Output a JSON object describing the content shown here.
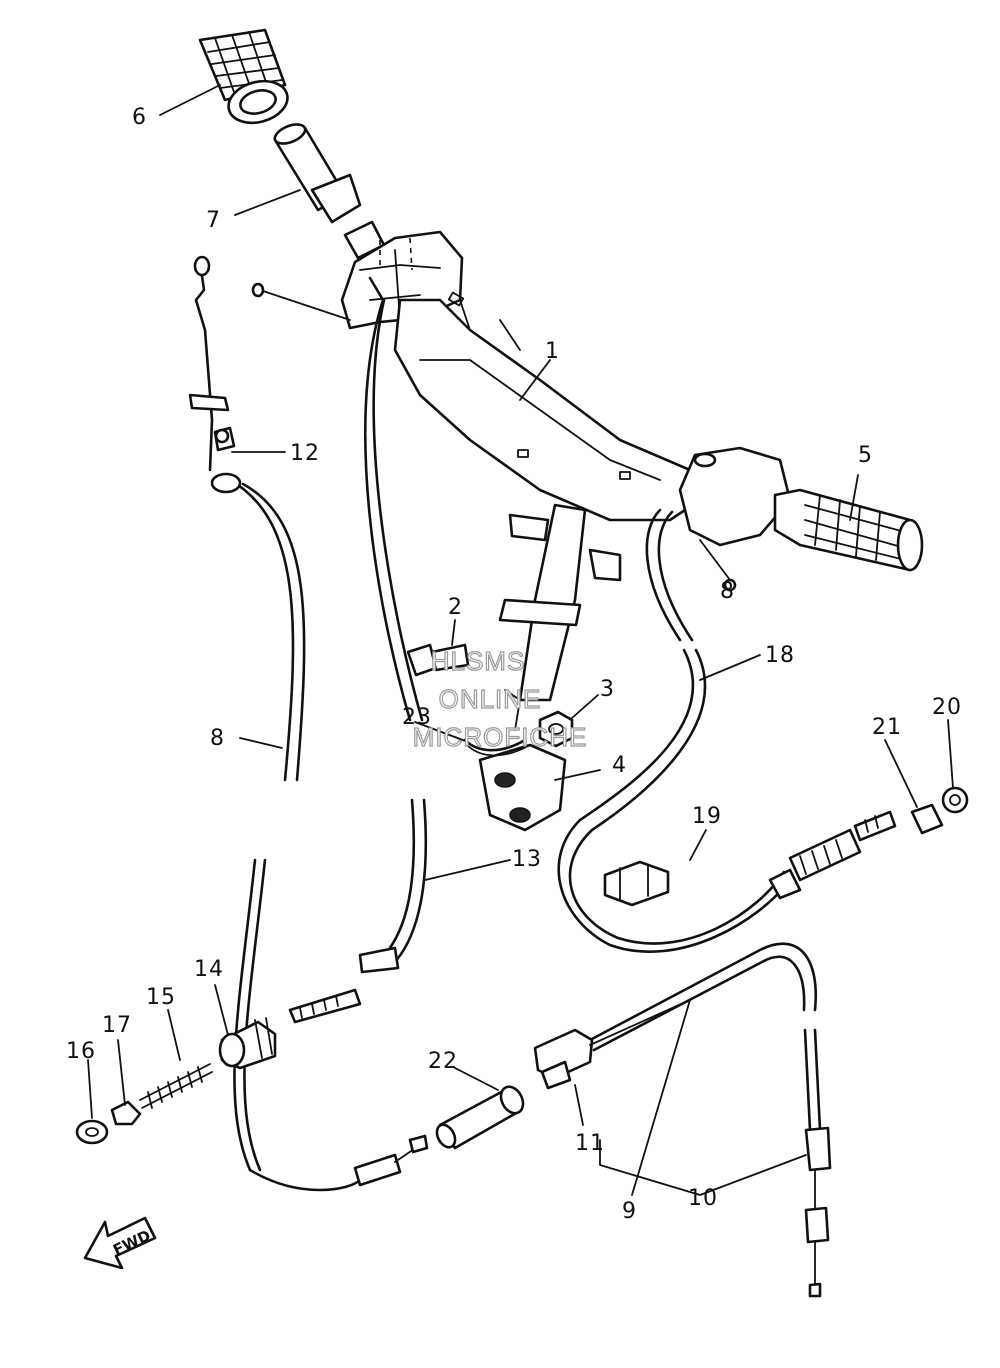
{
  "diagram": {
    "callouts": [
      {
        "id": "1",
        "text": "1"
      },
      {
        "id": "2",
        "text": "2"
      },
      {
        "id": "3",
        "text": "3"
      },
      {
        "id": "4",
        "text": "4"
      },
      {
        "id": "5",
        "text": "5"
      },
      {
        "id": "6",
        "text": "6"
      },
      {
        "id": "7",
        "text": "7"
      },
      {
        "id": "8a",
        "text": "8"
      },
      {
        "id": "8b",
        "text": "8"
      },
      {
        "id": "9",
        "text": "9"
      },
      {
        "id": "10",
        "text": "10"
      },
      {
        "id": "11",
        "text": "11"
      },
      {
        "id": "12",
        "text": "12"
      },
      {
        "id": "13",
        "text": "13"
      },
      {
        "id": "14",
        "text": "14"
      },
      {
        "id": "15",
        "text": "15"
      },
      {
        "id": "16",
        "text": "16"
      },
      {
        "id": "17",
        "text": "17"
      },
      {
        "id": "18",
        "text": "18"
      },
      {
        "id": "19",
        "text": "19"
      },
      {
        "id": "20",
        "text": "20"
      },
      {
        "id": "21",
        "text": "21"
      },
      {
        "id": "22",
        "text": "22"
      },
      {
        "id": "23",
        "text": "23"
      }
    ],
    "watermark": [
      "HLSMS",
      "ONLINE",
      "MICROFICHE"
    ],
    "direction_badge": "FWD"
  }
}
